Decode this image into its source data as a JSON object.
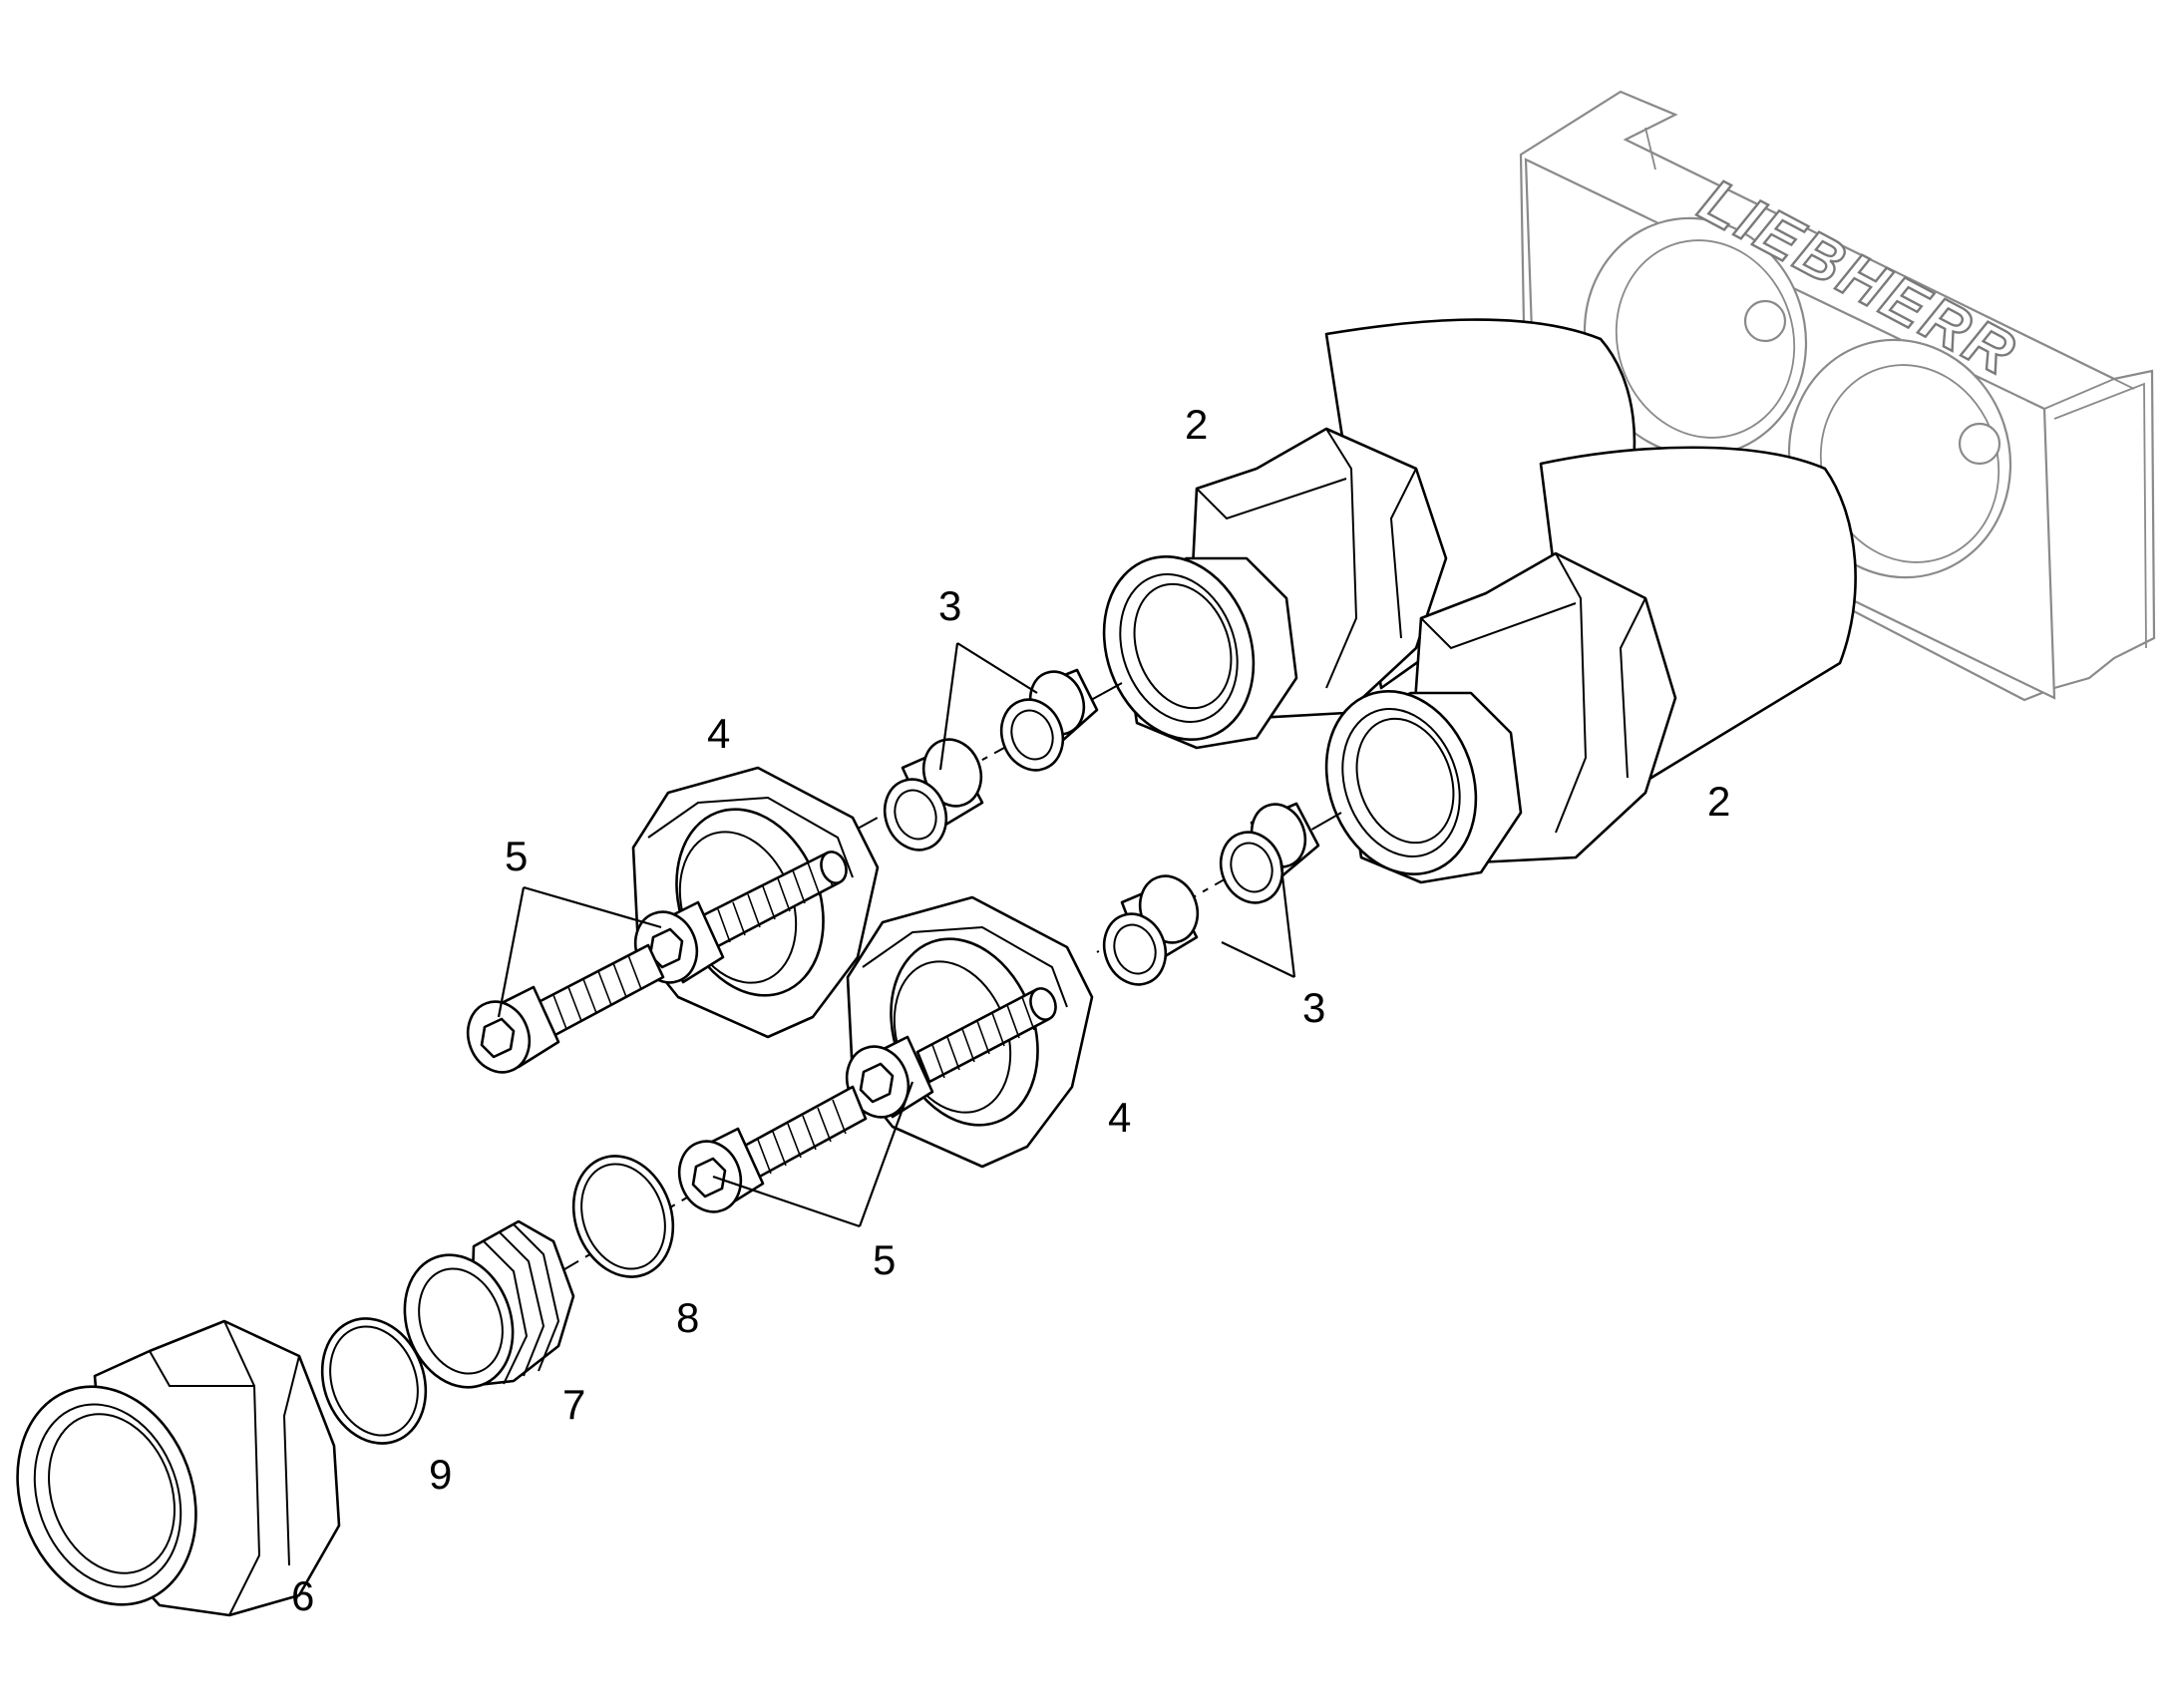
{
  "diagram": {
    "brand_logo_text": "LIEBHERR",
    "callouts": [
      {
        "id": "label-2-upper",
        "text": "2"
      },
      {
        "id": "label-2-lower",
        "text": "2"
      },
      {
        "id": "label-3-upper",
        "text": "3"
      },
      {
        "id": "label-3-lower",
        "text": "3"
      },
      {
        "id": "label-4-upper",
        "text": "4"
      },
      {
        "id": "label-4-lower",
        "text": "4"
      },
      {
        "id": "label-5-upper",
        "text": "5"
      },
      {
        "id": "label-5-lower",
        "text": "5"
      },
      {
        "id": "label-6",
        "text": "6"
      },
      {
        "id": "label-7",
        "text": "7"
      },
      {
        "id": "label-8",
        "text": "8"
      },
      {
        "id": "label-9",
        "text": "9"
      }
    ],
    "colors": {
      "line": "#000000",
      "ghost_housing": "#8a8a8a",
      "background": "#ffffff"
    }
  }
}
